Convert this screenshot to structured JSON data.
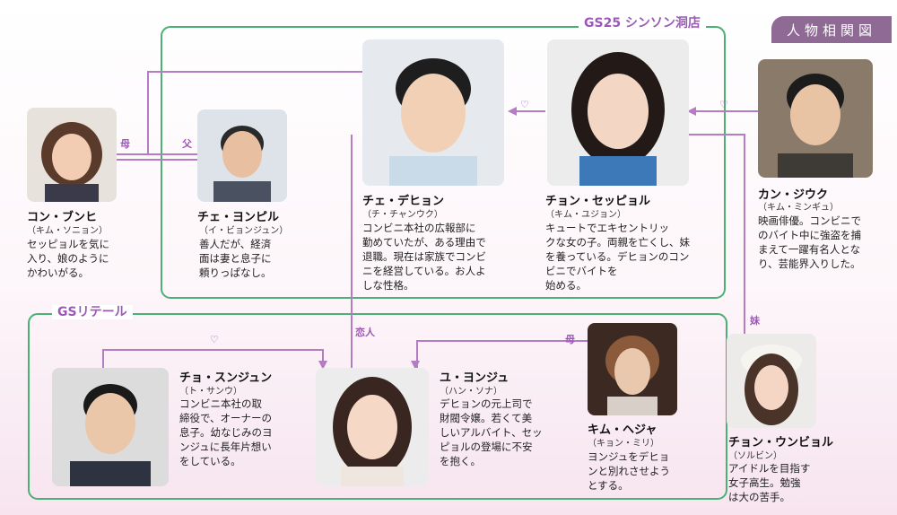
{
  "badge": "人物相関図",
  "groups": {
    "store": "GS25 シンソン洞店",
    "retail": "GSリテール"
  },
  "relations": {
    "mother1": "母",
    "father": "父",
    "lover": "恋人",
    "mother2": "母",
    "sister": "妹"
  },
  "hearts": {
    "h1": "♡",
    "h2": "♡",
    "h3": "♡"
  },
  "colors": {
    "purple": "#9b59b6",
    "green": "#4caf75"
  },
  "people": {
    "kong": {
      "name": "コン・ブンヒ",
      "reading": "（キム・ソニョン）",
      "desc": "セッピョルを気に\n入り、娘のように\nかわいがる。"
    },
    "choeyp": {
      "name": "チェ・ヨンピル",
      "reading": "（イ・ビョンジュン）",
      "desc": "善人だが、経済\n面は妻と息子に\n頼りっぱなし。"
    },
    "dh": {
      "name": "チェ・デヒョン",
      "reading": "（チ・チャンウク）",
      "desc": "コンビニ本社の広報部に\n勤めていたが、ある理由で\n退職。現在は家族でコンビ\nニを経営している。お人よ\nしな性格。"
    },
    "sb": {
      "name": "チョン・セッピョル",
      "reading": "（キム・ユジョン）",
      "desc": "キュートでエキセントリッ\nクな女の子。両親を亡くし、妹を養っている。デヒョンのコンビニでバイトを\n始める。"
    },
    "kang": {
      "name": "カン・ジウク",
      "reading": "（キム・ミンギュ）",
      "desc": "映画俳優。コンビニで\nのバイト中に強盗を捕\nまえて一躍有名人とな\nり、芸能界入りした。"
    },
    "sj": {
      "name": "チョ・スンジュン",
      "reading": "（ト・サンウ）",
      "desc": "コンビニ本社の取\n締役で、オーナーの\n息子。幼なじみのヨ\nンジュに長年片想い\nをしている。"
    },
    "yj": {
      "name": "ユ・ヨンジュ",
      "reading": "（ハン・ソナ）",
      "desc": "デヒョンの元上司で\n財閥令嬢。若くて美\nしいアルバイト、セッ\nピョルの登場に不安\nを抱く。"
    },
    "hj": {
      "name": "キム・ヘジャ",
      "reading": "（キョン・ミリ）",
      "desc": "ヨンジュをデヒョ\nンと別れさせよう\nとする。"
    },
    "eb": {
      "name": "チョン・ウンビョル",
      "reading": "（ソルビン）",
      "desc": "アイドルを目指す\n女子高生。勉強\nは大の苦手。"
    }
  }
}
